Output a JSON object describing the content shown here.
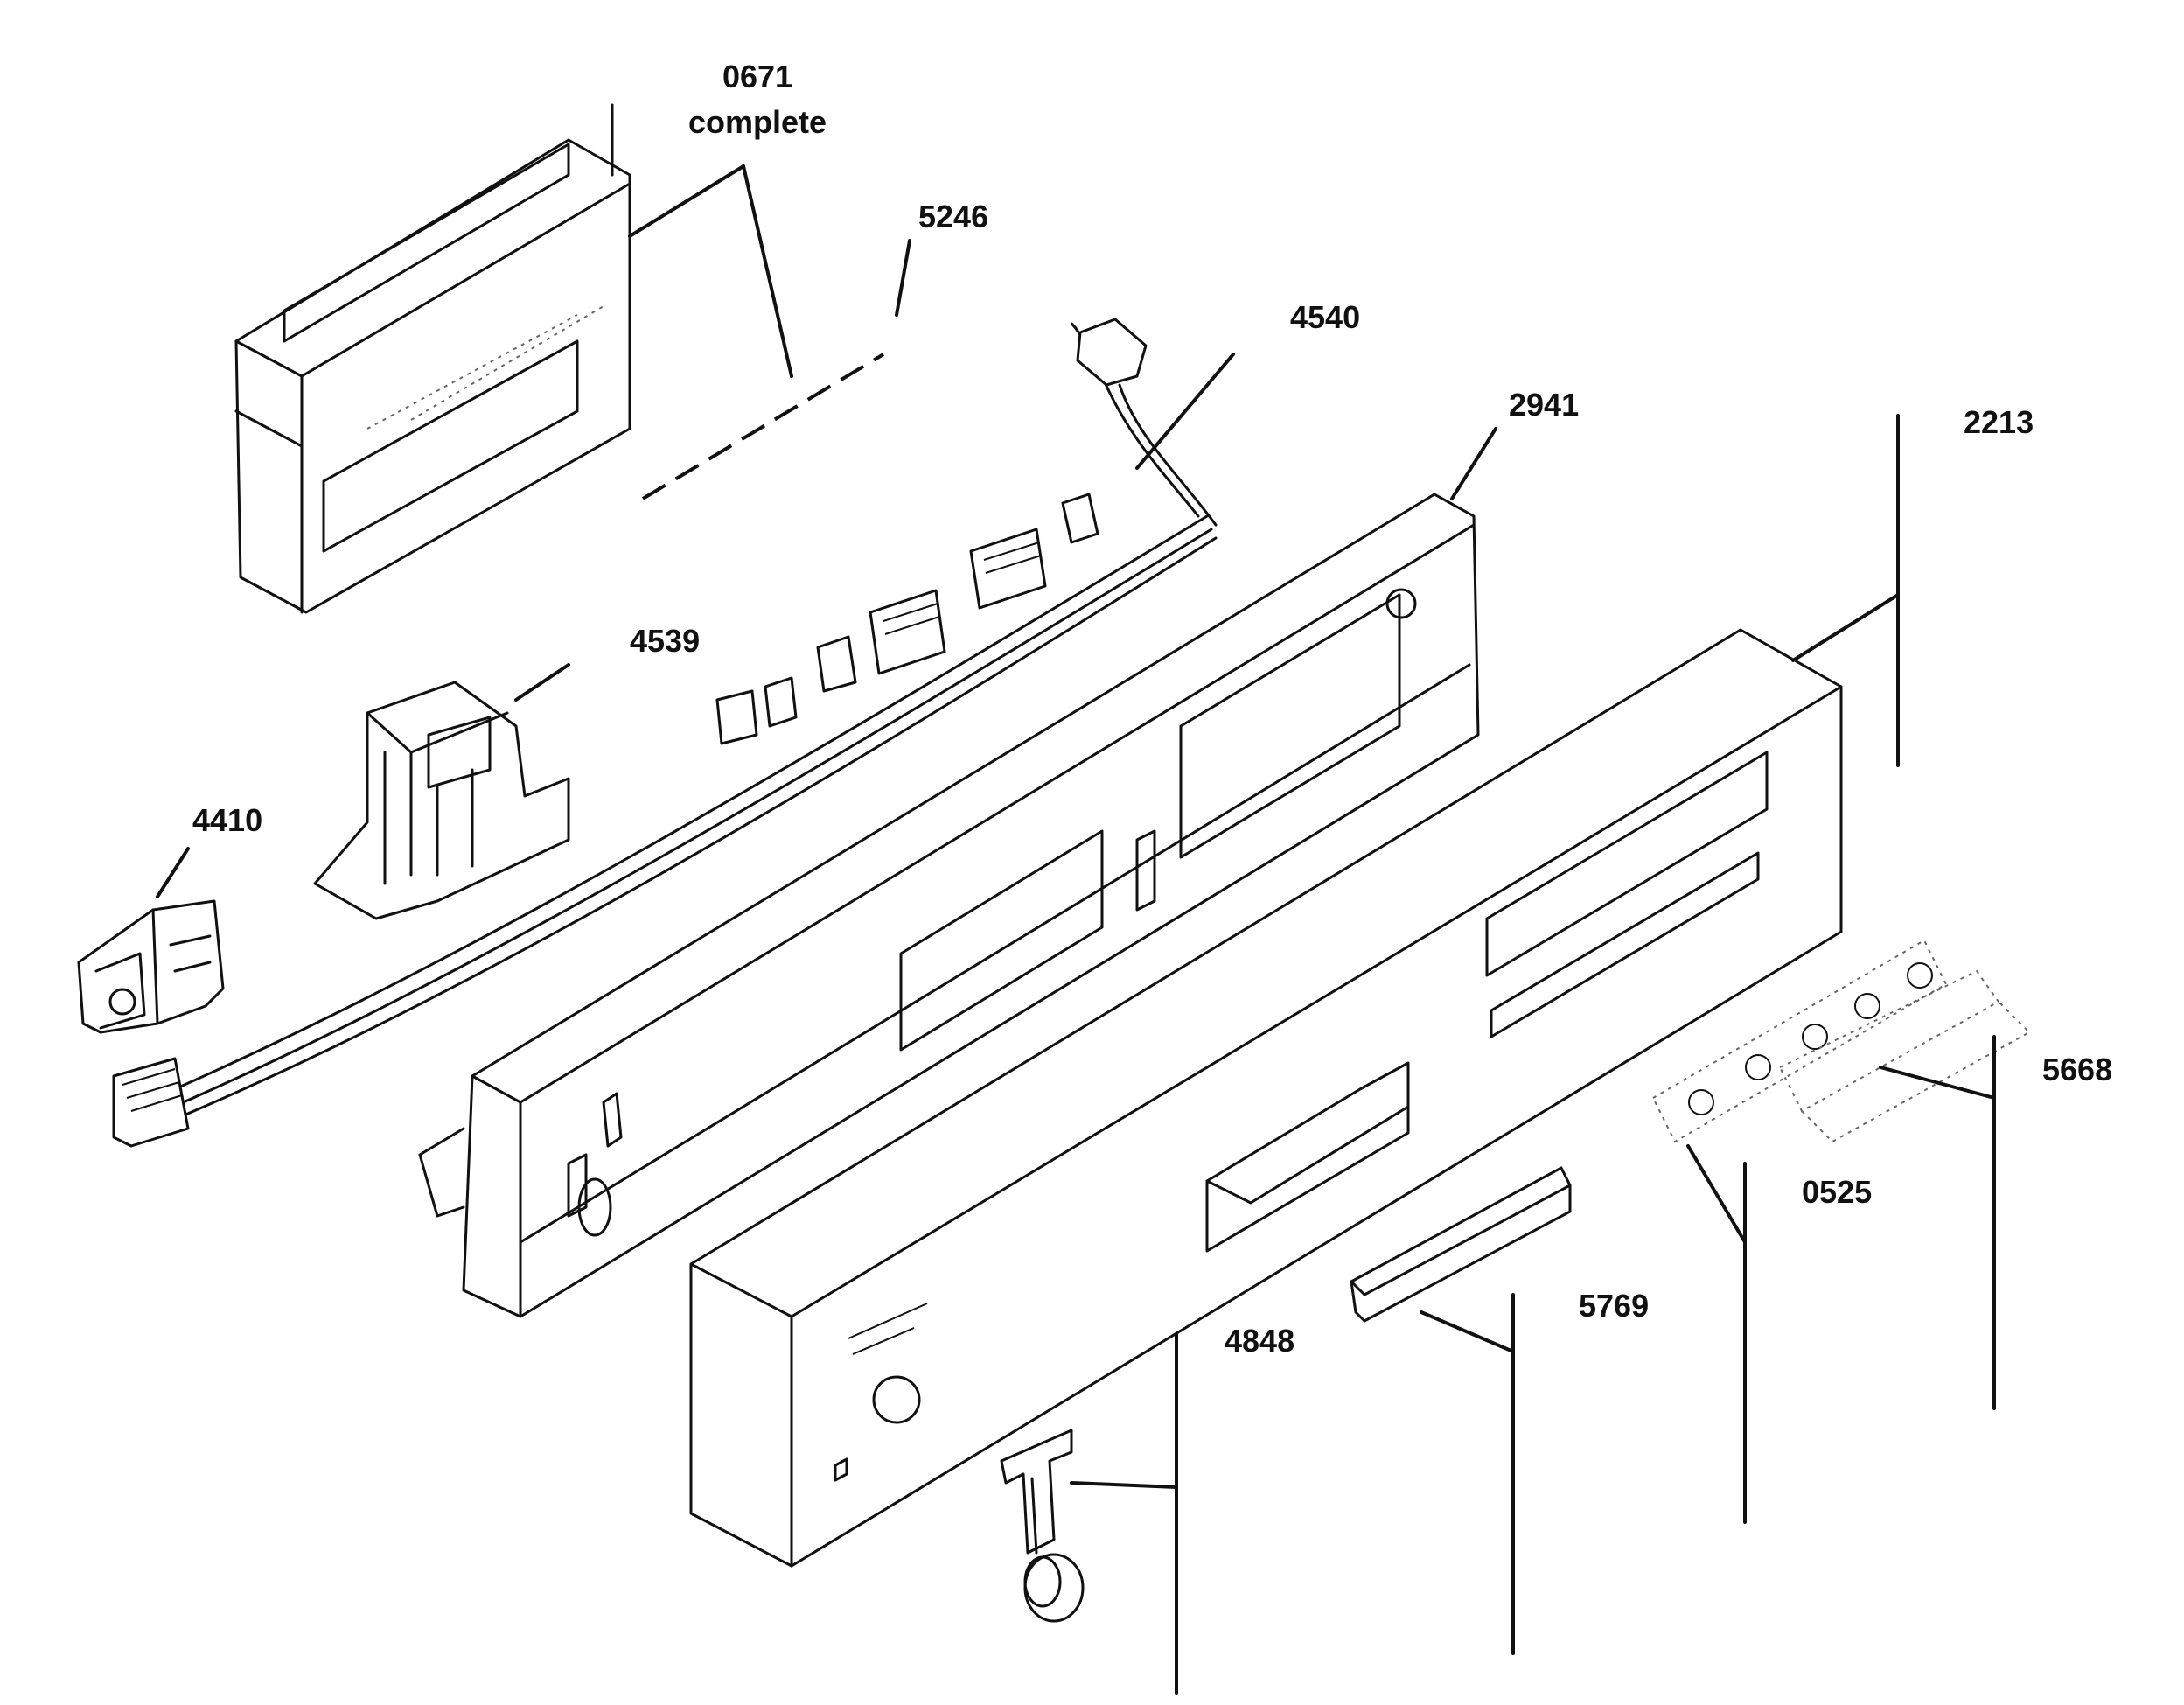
{
  "labels": {
    "l0671": "0671",
    "lcomplete": "complete",
    "l5246": "5246",
    "l4540": "4540",
    "l2941": "2941",
    "l2213": "2213",
    "l4539": "4539",
    "l4410": "4410",
    "l5668": "5668",
    "l0525": "0525",
    "l5769": "5769",
    "l4848": "4848"
  }
}
